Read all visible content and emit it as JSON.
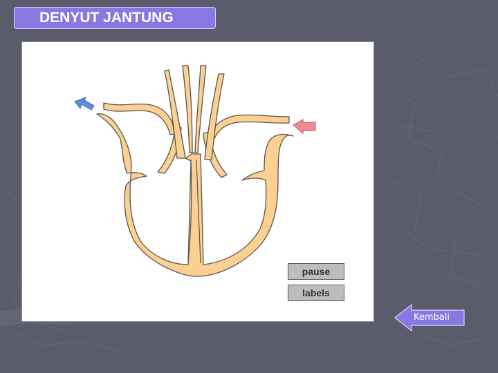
{
  "title": "DENYUT JANTUNG",
  "controls": {
    "pause_label": "pause",
    "labels_label": "labels"
  },
  "nav": {
    "back_label": "Kembali"
  },
  "icons": {
    "blood_in_left": "blue-arrow-icon",
    "blood_in_right": "red-arrow-icon",
    "back": "arrow-left-icon"
  },
  "colors": {
    "slide_background": "#5a5c6b",
    "title_fill": "#8a78e2",
    "heart_fill": "#fcd090",
    "heart_outline": "#555555",
    "arrow_blue": "#5a8fe0",
    "arrow_red": "#f08a92",
    "button_fill": "#bdbdbd",
    "back_button_fill": "#8a78e2"
  }
}
